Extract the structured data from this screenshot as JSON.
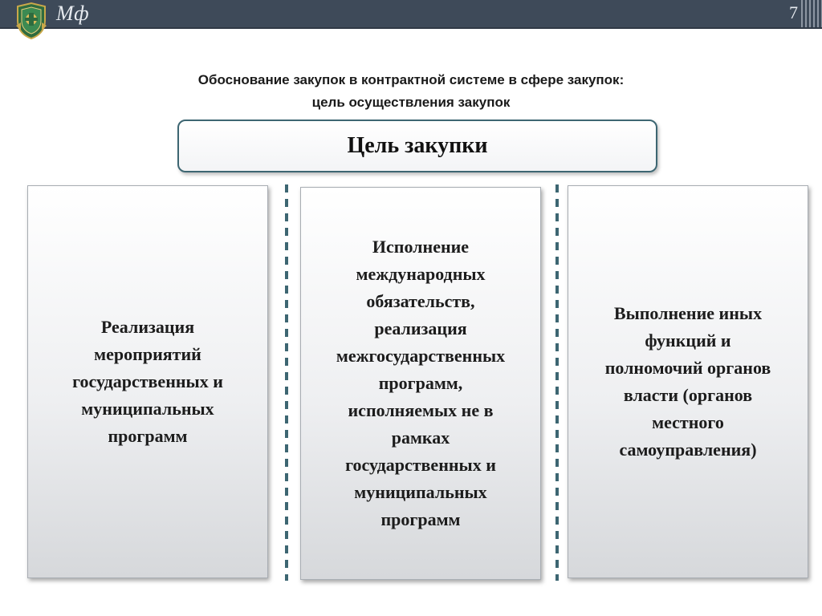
{
  "header": {
    "brand": "Мф",
    "page_number": "7"
  },
  "title": {
    "line1": "Обоснование закупок в контрактной системе в сфере закупок:",
    "line2": "цель осуществления закупок"
  },
  "goal_box": {
    "label": "Цель закупки"
  },
  "cards": [
    {
      "text": "Реализация\nмероприятий\nгосударственных и\nмуниципальных\nпрограмм"
    },
    {
      "text": "Исполнение\nмеждународных\nобязательств,\nреализация\nмежгосударственных\nпрограмм,\nисполняемых не в\nрамках\nгосударственных и\nмуниципальных\nпрограмм"
    },
    {
      "text": "Выполнение иных\nфункций и\nполномочий органов\nвласти (органов\nместного\nсамоуправления)"
    }
  ],
  "colors": {
    "banner": "#3e4a59",
    "accent": "#3d6672"
  }
}
